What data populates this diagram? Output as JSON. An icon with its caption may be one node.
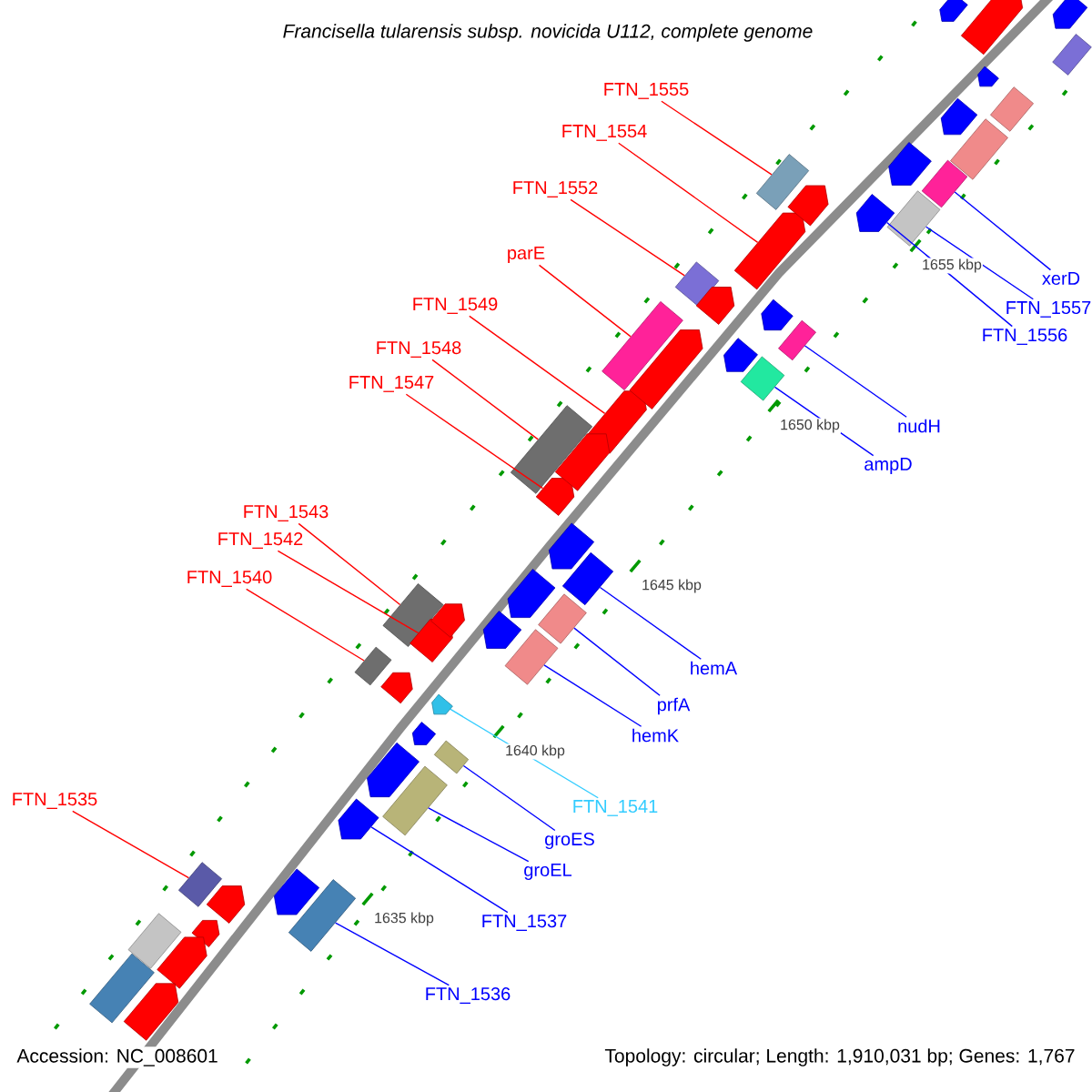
{
  "diagram": {
    "title": "Francisella tularensis subsp. novicida U112, complete genome",
    "nodes": [
      {
        "text": [
          "FTN_1555"
        ]
      },
      {
        "text": [
          "FTN_1554"
        ]
      },
      {
        "text": [
          "FTN_1552"
        ]
      },
      {
        "text": [
          "parE"
        ]
      },
      {
        "text": [
          "xerD"
        ]
      },
      {
        "text": [
          "FTN_1557"
        ]
      },
      {
        "text": [
          "FTN_1556"
        ]
      },
      {
        "text": [
          "FTN_1549"
        ]
      },
      {
        "text": [
          "FTN_1548"
        ]
      },
      {
        "text": [
          "FTN_1547"
        ]
      },
      {
        "text": [
          "nudH"
        ]
      },
      {
        "text": [
          "ampD"
        ]
      },
      {
        "text": [
          "FTN_1543"
        ]
      },
      {
        "text": [
          "FTN_1542"
        ]
      },
      {
        "text": [
          "FTN_1540"
        ]
      },
      {
        "text": [
          "hemA"
        ]
      },
      {
        "text": [
          "prfA"
        ]
      },
      {
        "text": [
          "hemK"
        ]
      },
      {
        "text": [
          "FTN_1541"
        ]
      },
      {
        "text": [
          "groES"
        ]
      },
      {
        "text": [
          "groEL"
        ]
      },
      {
        "text": [
          "FTN_1535"
        ]
      },
      {
        "text": [
          "FTN_1537"
        ]
      },
      {
        "text": [
          "FTN_1536"
        ]
      },
      {
        "text": [],
        "shape": "box"
      },
      {
        "text": [],
        "shape": "pentagon"
      },
      {
        "text": [],
        "shape": "box"
      },
      {
        "text": [],
        "shape": "box"
      },
      {
        "text": [],
        "shape": "box"
      },
      {
        "text": [],
        "shape": "box"
      },
      {
        "text": [],
        "shape": "pentagon"
      },
      {
        "text": [],
        "shape": "pentagon"
      },
      {
        "text": [],
        "shape": "box"
      },
      {
        "text": [],
        "shape": "pentagon"
      },
      {
        "text": [],
        "shape": "box"
      },
      {
        "text": [],
        "shape": "box"
      },
      {
        "text": [],
        "shape": "box"
      },
      {
        "text": [],
        "shape": "pentagon"
      },
      {
        "text": [],
        "shape": "box"
      },
      {
        "text": [],
        "shape": "box"
      },
      {
        "text": [],
        "shape": "box"
      },
      {
        "text": [],
        "shape": "box"
      },
      {
        "text": [],
        "shape": "pentagon"
      },
      {
        "text": [],
        "shape": "box"
      },
      {
        "text": [],
        "shape": "box"
      },
      {
        "text": [],
        "shape": "box"
      },
      {
        "text": [],
        "shape": "pentagon"
      },
      {
        "text": [],
        "shape": "box"
      },
      {
        "text": [],
        "shape": "pentagon"
      },
      {
        "text": [],
        "shape": "pentagon"
      },
      {
        "text": [],
        "shape": "pentagon"
      },
      {
        "text": [],
        "shape": "box"
      },
      {
        "text": [],
        "shape": "pentagon"
      },
      {
        "text": [],
        "shape": "box"
      },
      {
        "text": [],
        "shape": "pentagon"
      },
      {
        "text": [],
        "shape": "box"
      },
      {
        "text": [],
        "shape": "pentagon"
      },
      {
        "text": [],
        "shape": "pentagon"
      },
      {
        "text": [],
        "shape": "pentagon"
      },
      {
        "text": [],
        "shape": "pentagon"
      },
      {
        "text": [],
        "shape": "pentagon"
      },
      {
        "text": [],
        "shape": "pentagon"
      },
      {
        "text": [],
        "shape": "pentagon"
      },
      {
        "text": [],
        "shape": "pentagon"
      },
      {
        "text": [],
        "shape": "pentagon"
      },
      {
        "text": [],
        "shape": "pentagon"
      },
      {
        "text": [],
        "shape": "pentagon"
      },
      {
        "text": [],
        "shape": "pentagon"
      },
      {
        "text": [],
        "shape": "pentagon"
      },
      {
        "text": [],
        "shape": "pentagon"
      },
      {
        "text": [],
        "shape": "pentagon"
      },
      {
        "text": [],
        "shape": "pentagon"
      },
      {
        "text": [],
        "shape": "box"
      },
      {
        "text": [],
        "shape": "pentagon"
      },
      {
        "text": [],
        "shape": "pentagon"
      },
      {
        "text": [],
        "shape": "box"
      },
      {
        "text": [],
        "shape": "pentagon"
      }
    ],
    "edges": [
      {
        "from": 0,
        "to": 24,
        "arrow": "none",
        "color": "#ff0000"
      },
      {
        "from": 1,
        "to": 25,
        "arrow": "none",
        "color": "#ff0000"
      },
      {
        "from": 2,
        "to": 26,
        "arrow": "none",
        "color": "#ff0000"
      },
      {
        "from": 3,
        "to": 27,
        "arrow": "none",
        "color": "#ff0000"
      },
      {
        "from": 4,
        "to": 28,
        "arrow": "none"
      },
      {
        "from": 5,
        "to": 29,
        "arrow": "none"
      },
      {
        "from": 6,
        "to": 30,
        "arrow": "none"
      },
      {
        "from": 7,
        "to": 31,
        "arrow": "none",
        "color": "#ff0000"
      },
      {
        "from": 8,
        "to": 32,
        "arrow": "none",
        "color": "#ff0000"
      },
      {
        "from": 9,
        "to": 33,
        "arrow": "none",
        "color": "#ff0000"
      },
      {
        "from": 10,
        "to": 34,
        "arrow": "none"
      },
      {
        "from": 11,
        "to": 35,
        "arrow": "none"
      },
      {
        "from": 12,
        "to": 36,
        "arrow": "none",
        "color": "#ff0000"
      },
      {
        "from": 13,
        "to": 37,
        "arrow": "none",
        "color": "#ff0000"
      },
      {
        "from": 14,
        "to": 38,
        "arrow": "none",
        "color": "#ff0000"
      },
      {
        "from": 15,
        "to": 39,
        "arrow": "none"
      },
      {
        "from": 16,
        "to": 40,
        "arrow": "none"
      },
      {
        "from": 17,
        "to": 41,
        "arrow": "none"
      },
      {
        "from": 18,
        "to": 42,
        "arrow": "none",
        "color": "#33ccff"
      },
      {
        "from": 19,
        "to": 43,
        "arrow": "none"
      },
      {
        "from": 20,
        "to": 44,
        "arrow": "none"
      },
      {
        "from": 21,
        "to": 45,
        "arrow": "none",
        "color": "#ff0000"
      },
      {
        "from": 22,
        "to": 46,
        "arrow": "none"
      },
      {
        "from": 23,
        "to": 47,
        "arrow": "none"
      }
    ],
    "labels": [
      "1655 kbp",
      "1650 kbp",
      "1645 kbp",
      "1640 kbp",
      "1635 kbp",
      "Accession: NC_008601",
      "Topology: circular; Length: 1,910,031 bp; Genes: 1,767"
    ]
  }
}
